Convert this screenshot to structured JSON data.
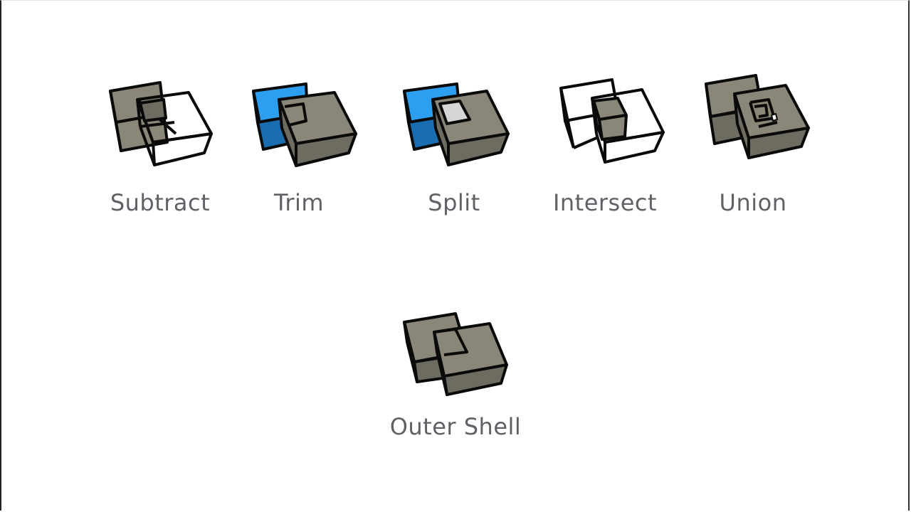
{
  "tools": [
    {
      "id": "subtract",
      "label": "Subtract"
    },
    {
      "id": "trim",
      "label": "Trim"
    },
    {
      "id": "split",
      "label": "Split"
    },
    {
      "id": "intersect",
      "label": "Intersect"
    },
    {
      "id": "union",
      "label": "Union"
    },
    {
      "id": "outer_shell",
      "label": "Outer Shell"
    }
  ],
  "colors": {
    "solid_face": "#8a8779",
    "solid_side": "#6e6c60",
    "cut_blue": "#2d9ff0",
    "cut_blue_side": "#1a6db0",
    "split_gray": "#d6d6d6",
    "outline": "#0a0a0a",
    "label": "#5f6166"
  },
  "icons": {
    "subtract": "subtract-icon",
    "trim": "trim-icon",
    "split": "split-icon",
    "intersect": "intersect-icon",
    "union": "union-icon",
    "outer_shell": "outer-shell-icon"
  }
}
